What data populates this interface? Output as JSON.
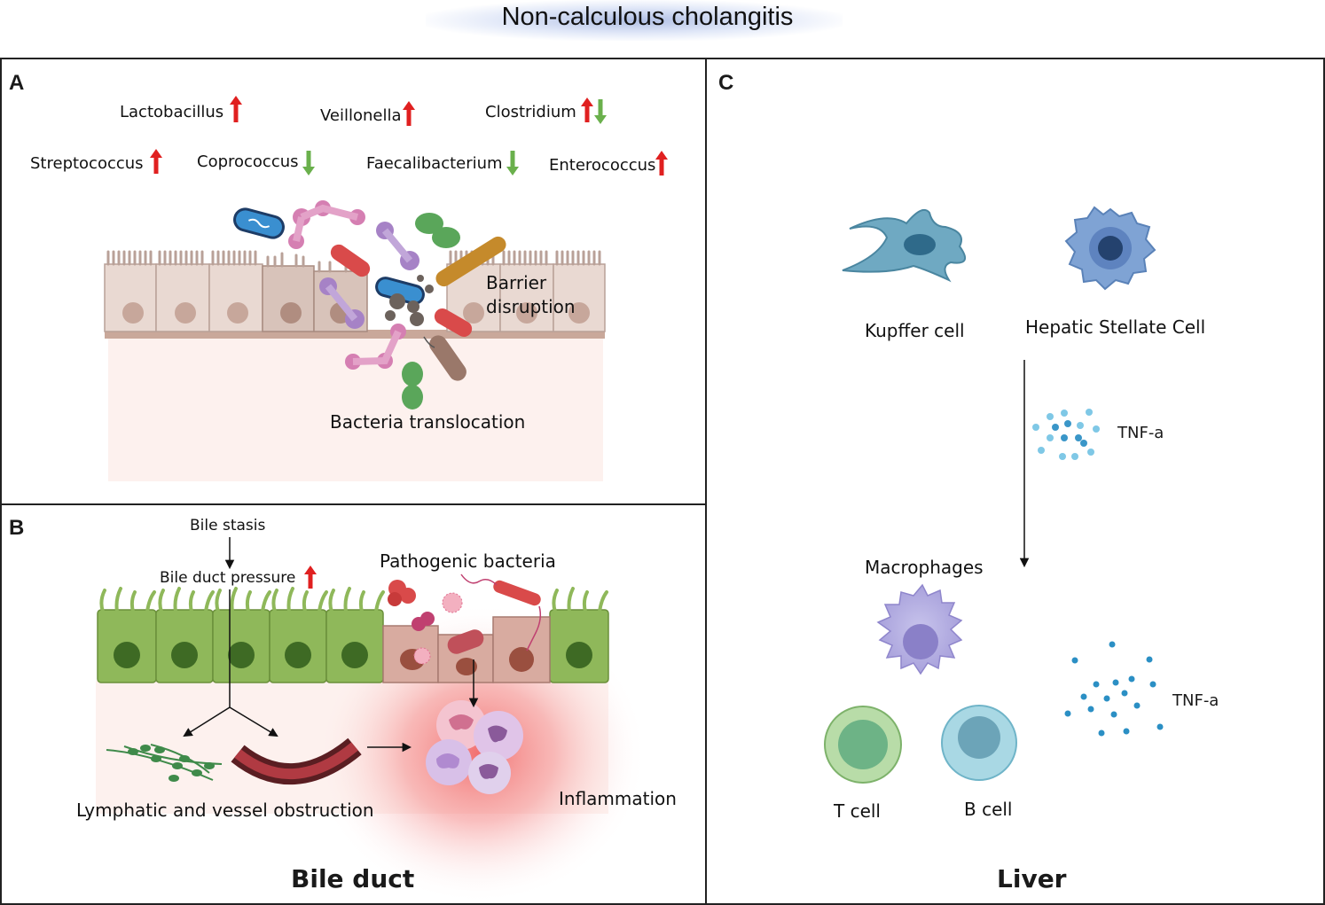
{
  "title": "Non-calculous cholangitis",
  "panels": {
    "a": {
      "label": "A",
      "bacteria": [
        {
          "name": "Lactobacillus",
          "trend": "up"
        },
        {
          "name": "Veillonella",
          "trend": "up"
        },
        {
          "name": "Clostridium",
          "trend": "up-down"
        },
        {
          "name": "Streptococcus",
          "trend": "up"
        },
        {
          "name": "Coprococcus",
          "trend": "down"
        },
        {
          "name": "Faecalibacterium",
          "trend": "down"
        },
        {
          "name": "Enterococcus",
          "trend": "up"
        }
      ],
      "barrier_line1": "Barrier",
      "barrier_line2": "disruption",
      "translocation": "Bacteria translocation"
    },
    "b": {
      "label": "B",
      "bile_stasis": "Bile stasis",
      "bile_duct_pressure": "Bile duct pressure",
      "pathogenic_bacteria": "Pathogenic bacteria",
      "obstruction": "Lymphatic and vessel obstruction",
      "inflammation": "Inflammation",
      "footer": "Bile duct"
    },
    "c": {
      "label": "C",
      "kupffer": "Kupffer cell",
      "stellate": "Hepatic Stellate Cell",
      "tnf_1": "TNF-a",
      "macrophages": "Macrophages",
      "tnf_2": "TNF-a",
      "t_cell": "T cell",
      "b_cell": "B cell",
      "footer": "Liver"
    }
  },
  "colors": {
    "up_arrow": "#e02020",
    "down_arrow": "#6ab04c",
    "green_epithelium": "#8fb85a",
    "inflammation": "#f06060"
  }
}
